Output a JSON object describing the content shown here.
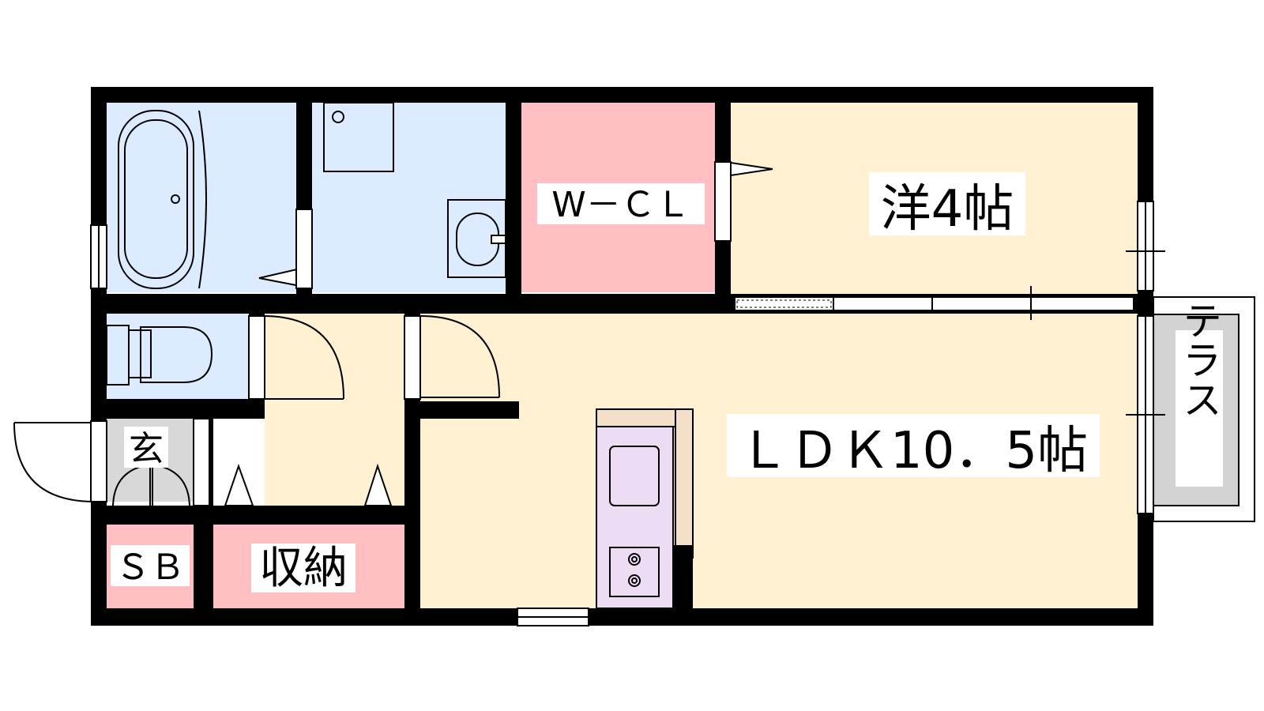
{
  "rooms": {
    "western": {
      "label": "洋4帖"
    },
    "walk_in_closet": {
      "label": "W－ＣＬ"
    },
    "ldk": {
      "label": "ＬＤＫ10．5帖"
    },
    "terrace": {
      "label": "テラス"
    },
    "entrance": {
      "label": "玄"
    },
    "shoe_box": {
      "label": "ＳＢ"
    },
    "storage": {
      "label": "収納"
    }
  },
  "colors": {
    "wet_area": "#dcebff",
    "closet": "#ffbfc2",
    "living": "#fff1d2",
    "kitchen": "#ecdcf4",
    "counter": "#f4e0c8",
    "entrance_floor": "#d8d8d8",
    "terrace": "#d2d2d2",
    "wall": "#000000"
  }
}
